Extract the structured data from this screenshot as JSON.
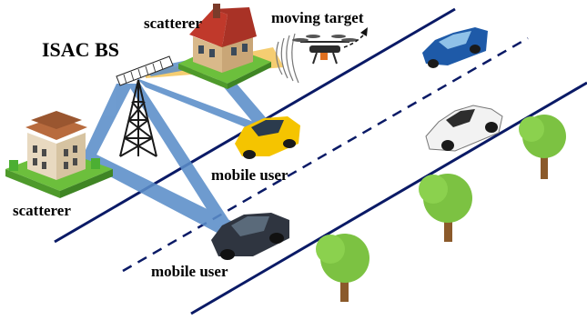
{
  "labels": {
    "bs": "ISAC BS",
    "scatterer_house": "scatterer",
    "moving_target": "moving target",
    "scatterer_building": "scatterer",
    "mobile_user_yellow": "mobile user",
    "mobile_user_dark": "mobile user"
  },
  "colors": {
    "beam": "#5b8ec9",
    "sensing_beam": "#f2c14e",
    "road_line": "#0a1a66",
    "tree_canopy": "#7cc242",
    "tree_trunk": "#8b5a2b",
    "blue_car": "#1e5aa8",
    "yellow_car": "#f5c400",
    "white_truck": "#f2f2f2",
    "dark_car": "#2f3540",
    "house_roof": "#c0392b",
    "grass": "#6cbf3c"
  }
}
